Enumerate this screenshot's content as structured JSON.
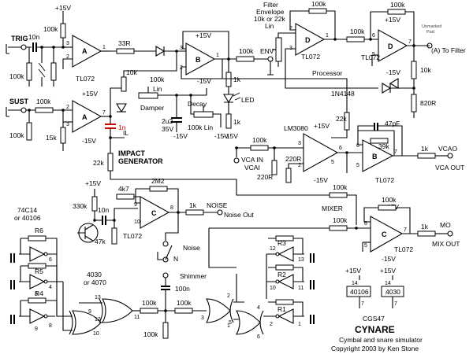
{
  "title_block": {
    "model": "CGS47",
    "name": "CYNARE",
    "description": "Cymbal and snare simulator",
    "copyright": "Copyright 2003 by Ken Stone"
  },
  "opamps": {
    "a1": "A",
    "a2": "A",
    "b1": "B",
    "b2": "B",
    "c1": "C",
    "c2": "C",
    "d1": "D",
    "d2": "D",
    "vca_b": "B",
    "tl072": "TL072",
    "lm3080": "LM3080"
  },
  "rails": {
    "pos": "+15V",
    "neg": "-15V"
  },
  "pins": {
    "p1": "1",
    "p2": "2",
    "p3": "3",
    "p4": "4",
    "p5": "5",
    "p6": "6",
    "p7": "7",
    "p8": "8",
    "p9": "9",
    "p10": "10",
    "p11": "11",
    "p12": "12",
    "p13": "13",
    "p14": "14"
  },
  "components": {
    "r100k": "100k",
    "r33r": "33R",
    "r10k": "10k",
    "r15k": "15k",
    "r1k": "1k",
    "r22k": "22k",
    "r4k7": "4k7",
    "r2m2": "2M2",
    "r330k": "330k",
    "r47k": "47k",
    "r39k": "39k",
    "r220r": "220R",
    "r820r": "820R",
    "c10n": "10n",
    "c1n": "1n",
    "c2u2": "2u2",
    "c47pf": "47pF",
    "c100n": "100n",
    "v35": "35V",
    "diode": "1N4148"
  },
  "labels": {
    "trig": "TRIG",
    "sust": "SUST",
    "filter_env": "Filter\nEnvelope\n10k or 22k\nLin",
    "env": "ENV",
    "processor": "Processor",
    "led": "LED",
    "damper": "Damper",
    "decay": "Decay",
    "lin": "Lin",
    "decay_pot": "100k Lin",
    "il": "IL",
    "impact_gen": "IMPACT\nGENERATOR",
    "noise_out_label": "NOISE",
    "noise_out": "Noise Out",
    "mixer": "MIXER",
    "mo": "MO",
    "mix_out": "MIX OUT",
    "vcao": "VCAO",
    "vca_out": "VCA OUT",
    "vca_in": "VCA IN",
    "vcai": "VCAI",
    "to_filter": "(A) To Filter",
    "unmarked_pad": "Unmarked\nPad",
    "noise_sw": "Noise",
    "shimmer_sw": "Shimmer",
    "n": "N",
    "ic_74c14": "74C14\nor 40106",
    "ic_4030": "4030\nor 4070",
    "r1": "R1",
    "r2": "R2",
    "r3": "R3",
    "r4": "R4",
    "r5": "R5",
    "r6": "R6",
    "ic_40106": "40106",
    "ic_4030_box": "4030",
    "pin7": "7"
  },
  "colors": {
    "accent": "#d40000",
    "ink": "#000000"
  }
}
